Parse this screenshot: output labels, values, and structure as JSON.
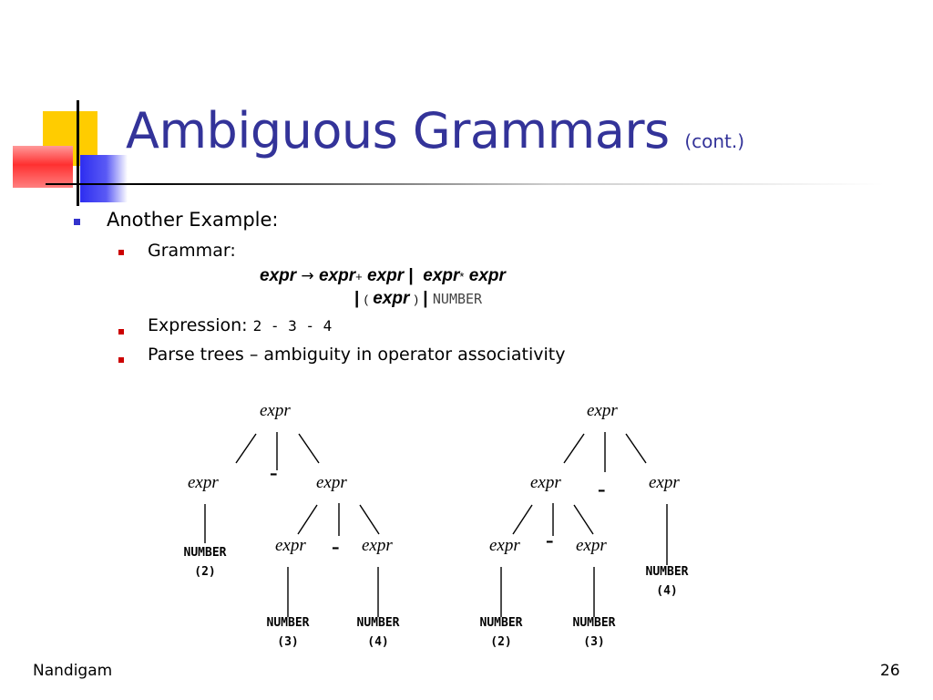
{
  "slide": {
    "title": "Ambiguous Grammars",
    "title_suffix": "(cont.)",
    "bullet1": "Another Example:",
    "sub_grammar": "Grammar:",
    "sub_expression_label": "Expression:",
    "sub_expression_value": "2 - 3 - 4",
    "sub_parse_trees": "Parse trees – ambiguity in operator associativity",
    "footer_left": "Nandigam",
    "page_number": "26"
  },
  "grammar": {
    "lhs": "expr",
    "arrow": "→",
    "rhs_a1": "expr",
    "plus": "+",
    "rhs_a2": "expr",
    "bar": "|",
    "rhs_b1": "expr",
    "times": "*",
    "rhs_b2": "expr",
    "bar2": "|",
    "lparen": "(",
    "rhs_c": "expr",
    "rparen": ")",
    "bar3": "|",
    "number": "NUMBER"
  },
  "tree_left": {
    "root": "expr",
    "left_child": "expr",
    "op": "–",
    "right_child": "expr",
    "left_leaf": "NUMBER",
    "left_leaf_value": "(2)",
    "sub_left": "expr",
    "sub_op": "–",
    "sub_right": "expr",
    "leaf_a": "NUMBER",
    "leaf_a_value": "(3)",
    "leaf_b": "NUMBER",
    "leaf_b_value": "(4)"
  },
  "tree_right": {
    "root": "expr",
    "left_child": "expr",
    "op": "–",
    "right_child": "expr",
    "right_leaf": "NUMBER",
    "right_leaf_value": "(4)",
    "sub_left": "expr",
    "sub_op": "–",
    "sub_right": "expr",
    "leaf_a": "NUMBER",
    "leaf_a_value": "(2)",
    "leaf_b": "NUMBER",
    "leaf_b_value": "(3)"
  }
}
